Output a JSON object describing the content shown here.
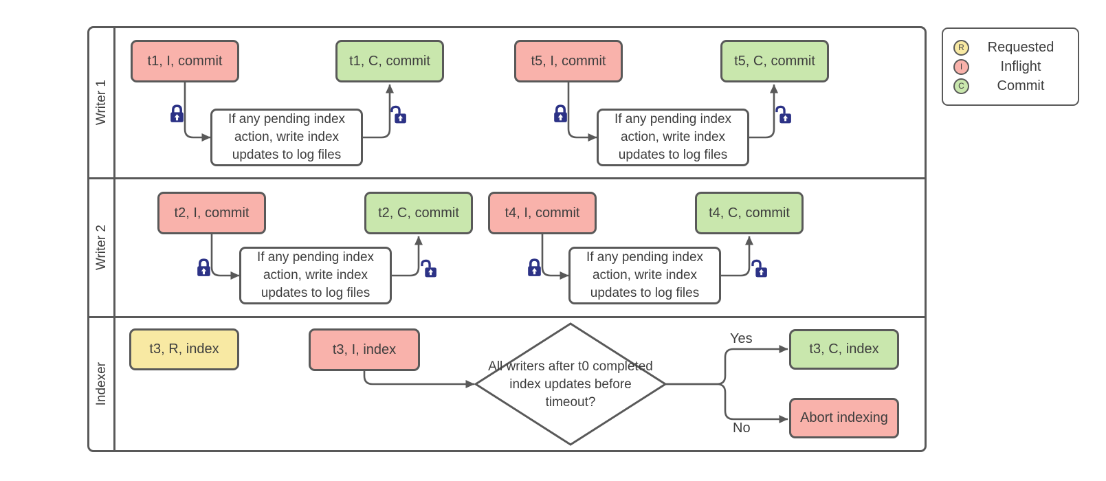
{
  "diagram": {
    "lanes": [
      {
        "label": "Writer 1"
      },
      {
        "label": "Writer 2"
      },
      {
        "label": "Indexer"
      }
    ],
    "process_note": "If any pending index action, write index updates to log files",
    "nodes": {
      "t1_inflight": "t1, I, commit",
      "t1_commit": "t1, C, commit",
      "t5_inflight": "t5, I, commit",
      "t5_commit": "t5, C, commit",
      "t2_inflight": "t2, I, commit",
      "t2_commit": "t2, C, commit",
      "t4_inflight": "t4, I, commit",
      "t4_commit": "t4, C, commit",
      "t3_requested": "t3, R, index",
      "t3_inflight": "t3, I, index",
      "t3_commit": "t3, C, index",
      "abort": "Abort indexing"
    },
    "decision": "All writers after t0 completed index updates before timeout?",
    "branch_yes": "Yes",
    "branch_no": "No"
  },
  "legend": {
    "items": [
      {
        "letter": "R",
        "label": "Requested",
        "color": "#f8e9a3"
      },
      {
        "letter": "I",
        "label": "Inflight",
        "color": "#f9b2ab"
      },
      {
        "letter": "C",
        "label": "Commit",
        "color": "#c9e7ad"
      }
    ]
  },
  "colors": {
    "requested_fill": "#f8e9a3",
    "inflight_fill": "#f9b2ab",
    "commit_fill": "#c9e7ad",
    "shape_stroke": "#595959",
    "lock_blue": "#2c3286",
    "text": "#3d3d3d"
  }
}
